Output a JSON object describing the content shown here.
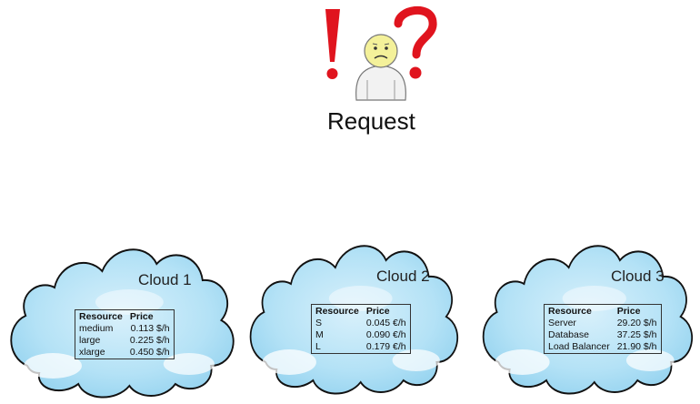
{
  "request": {
    "label": "Request",
    "exclamation": "!",
    "question": "?",
    "icons": [
      "exclamation-mark",
      "confused-user",
      "question-mark"
    ]
  },
  "clouds": [
    {
      "title": "Cloud 1",
      "headers": [
        "Resource",
        "Price"
      ],
      "rows": [
        [
          "medium",
          "0.113 $/h"
        ],
        [
          "large",
          "0.225 $/h"
        ],
        [
          "xlarge",
          "0.450 $/h"
        ]
      ]
    },
    {
      "title": "Cloud 2",
      "headers": [
        "Resource",
        "Price"
      ],
      "rows": [
        [
          "S",
          "0.045 €/h"
        ],
        [
          "M",
          "0.090 €/h"
        ],
        [
          "L",
          "0.179 €/h"
        ]
      ]
    },
    {
      "title": "Cloud 3",
      "headers": [
        "Resource",
        "Price"
      ],
      "rows": [
        [
          "Server",
          "29.20 $/h"
        ],
        [
          "Database",
          "37.25 $/h"
        ],
        [
          "Load Balancer",
          "21.90 $/h"
        ]
      ]
    }
  ],
  "colors": {
    "mark_red": "#e0141e",
    "cloud_fill": "#a9dcf4",
    "cloud_light": "#e8f6fd",
    "cloud_outline": "#111111",
    "face": "#f4f19a"
  }
}
